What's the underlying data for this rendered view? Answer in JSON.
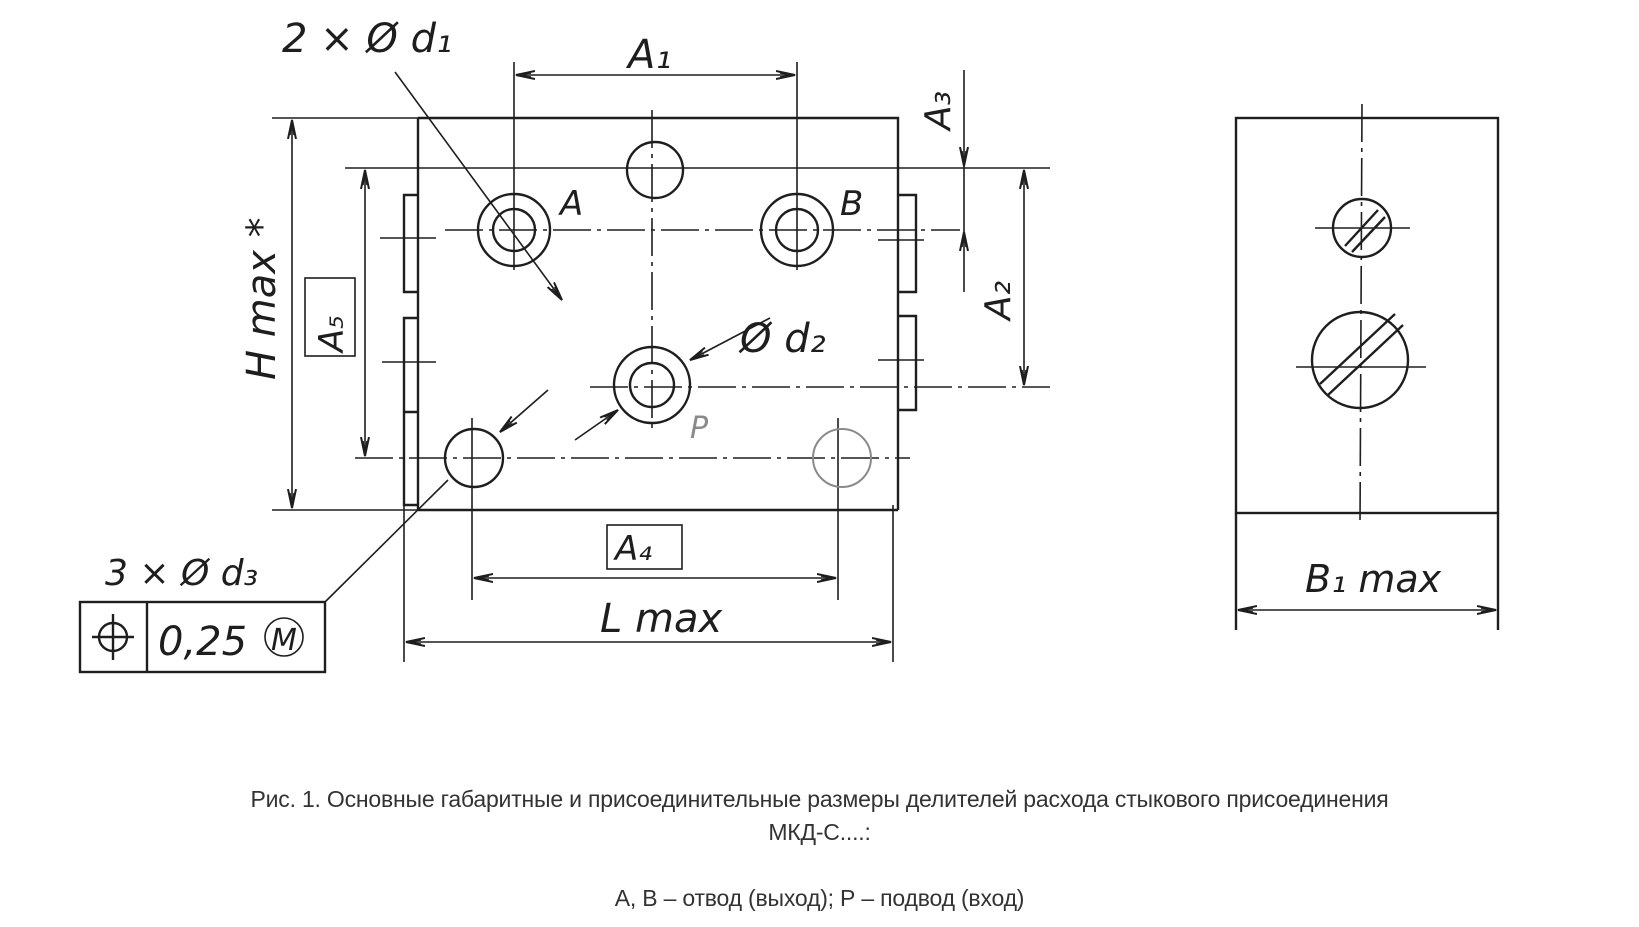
{
  "figure": {
    "caption": {
      "line1": "Рис. 1. Основные габаритные и присоединительные размеры делителей расхода стыкового присоединения",
      "line2": "МКД-С....:",
      "line3": "А, В – отвод (выход); Р – подвод (вход)"
    },
    "front_view": {
      "labels": {
        "holes_d1": "2 × Ø d₁",
        "hole_d2": "Ø d₂",
        "holes_d3": "3 × Ø d₃",
        "port_a": "A",
        "port_b": "B",
        "port_p": "P",
        "dim_a1": "A₁",
        "dim_a2": "A₂",
        "dim_a3": "A₃",
        "dim_a4": "A₄",
        "dim_a5": "A₅",
        "dim_h": "H max *",
        "dim_l": "L max"
      },
      "tolerance_frame": {
        "symbol": "position-icon",
        "value": "0,25",
        "modifier": "M"
      }
    },
    "side_view": {
      "labels": {
        "dim_b1": "B₁ max"
      }
    }
  }
}
